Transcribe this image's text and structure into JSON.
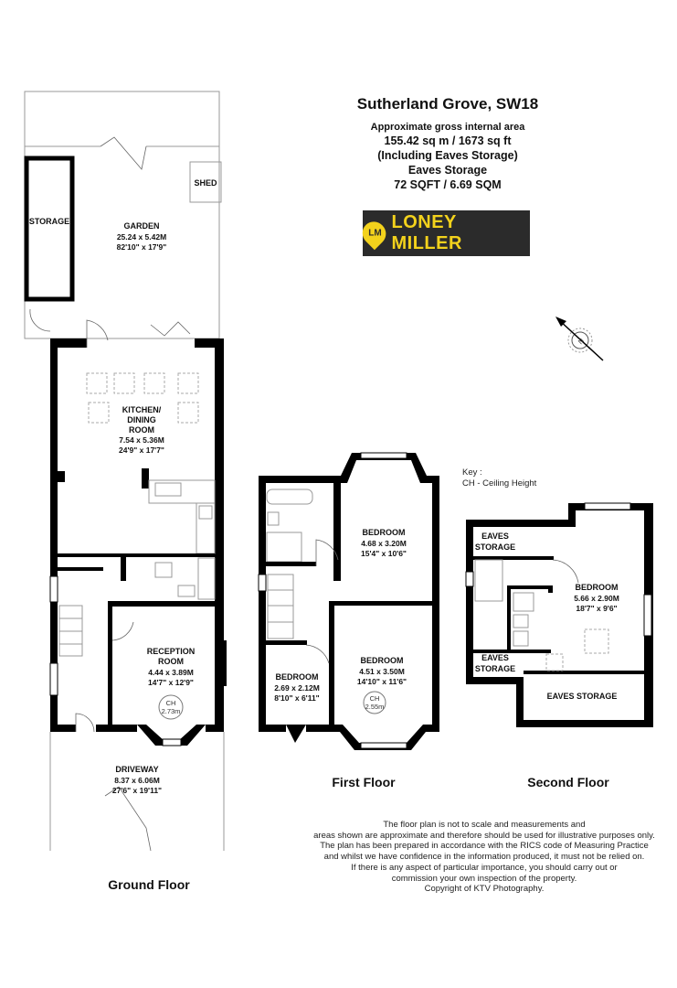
{
  "header": {
    "title": "Sutherland Grove, SW18",
    "area_label": "Approximate gross internal area",
    "area_value": "155.42 sq m /  1673 sq ft",
    "area_note": "(Including Eaves Storage)",
    "eaves_label": "Eaves Storage",
    "eaves_value": "72 SQFT / 6.69 SQM"
  },
  "logo": {
    "mark": "LM",
    "text": "LONEY MILLER",
    "bg_color": "#2b2b2b",
    "accent_color": "#f3d21c"
  },
  "compass": {
    "label": "N"
  },
  "key": {
    "title": "Key :",
    "entry": "CH - Ceiling Height"
  },
  "ground_floor": {
    "label": "Ground Floor",
    "storage": "STORAGE",
    "shed": "SHED",
    "garden": {
      "name": "GARDEN",
      "metric": "25.24 x 5.42M",
      "imperial": "82'10\" x 17'9\""
    },
    "kitchen": {
      "name1": "KITCHEN/",
      "name2": "DINING",
      "name3": "ROOM",
      "metric": "7.54 x 5.36M",
      "imperial": "24'9\" x 17'7\""
    },
    "reception": {
      "name1": "RECEPTION",
      "name2": "ROOM",
      "metric": "4.44 x 3.89M",
      "imperial": "14'7\" x 12'9\"",
      "ch_label": "CH",
      "ch_value": "2.73m"
    },
    "driveway": {
      "name": "DRIVEWAY",
      "metric": "8.37 x 6.06M",
      "imperial": "27'6\" x 19'11\""
    }
  },
  "first_floor": {
    "label": "First Floor",
    "bedroom_rear": {
      "name": "BEDROOM",
      "metric": "4.68 x 3.20M",
      "imperial": "15'4\" x 10'6\""
    },
    "bedroom_front": {
      "name": "BEDROOM",
      "metric": "4.51 x 3.50M",
      "imperial": "14'10\" x 11'6\"",
      "ch_label": "CH",
      "ch_value": "2.55m"
    },
    "bedroom_small": {
      "name": "BEDROOM",
      "metric": "2.69 x 2.12M",
      "imperial": "8'10\" x 6'11\""
    }
  },
  "second_floor": {
    "label": "Second Floor",
    "eaves_top1": "EAVES",
    "eaves_top2": "STORAGE",
    "eaves_mid1": "EAVES",
    "eaves_mid2": "STORAGE",
    "eaves_bottom": "EAVES STORAGE",
    "bedroom": {
      "name": "BEDROOM",
      "metric": "5.66 x 2.90M",
      "imperial": "18'7\" x 9'6\""
    }
  },
  "disclaimer": [
    "The floor plan is not to scale and measurements and",
    "areas shown are approximate and therefore should be used for illustrative purposes only.",
    "The plan has been prepared in accordance with the RICS code of Measuring Practice",
    "and whilst we have confidence in the information produced, it must not be relied on.",
    "If there is any aspect of particular importance, you should carry out or",
    "commission your own inspection of the property.",
    "Copyright of KTV Photography."
  ]
}
